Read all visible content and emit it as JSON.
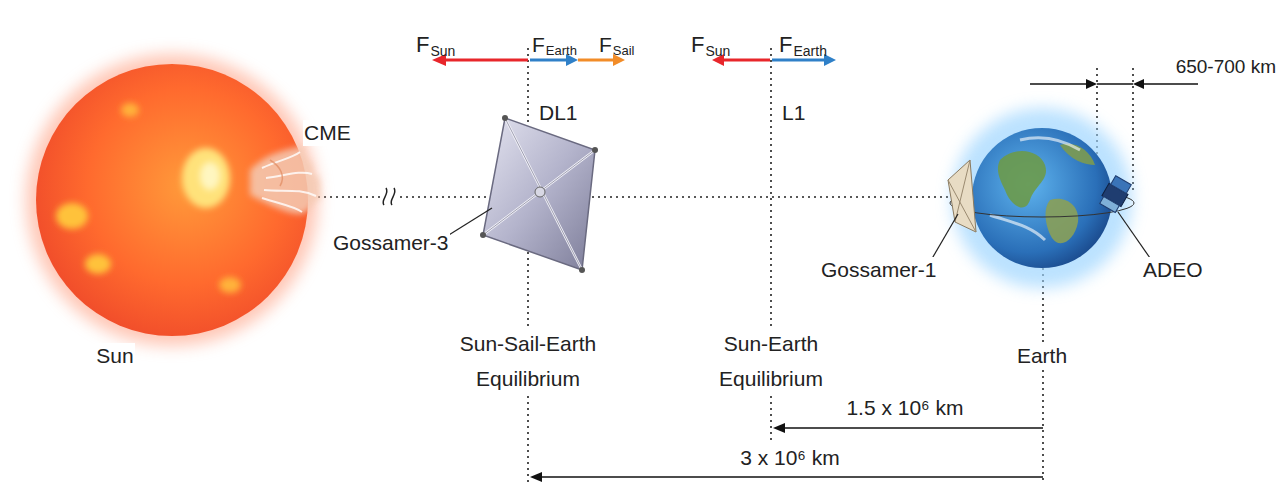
{
  "diagram": {
    "labels": [
      "F",
      "Sun",
      "F",
      "Earth",
      "F",
      "Sail",
      "DL1",
      "F",
      "Sun",
      "F",
      "Earth",
      "L1",
      "650-700 km",
      "CME",
      "Gossamer-3",
      "Gossamer-1",
      "ADEO",
      "Sun",
      "Sun-Sail-Earth Equilibrium",
      "Sun-Earth Equilibrium",
      "Earth",
      "1.5 x 10⁶ km",
      "3 x 10⁶ km"
    ]
  }
}
